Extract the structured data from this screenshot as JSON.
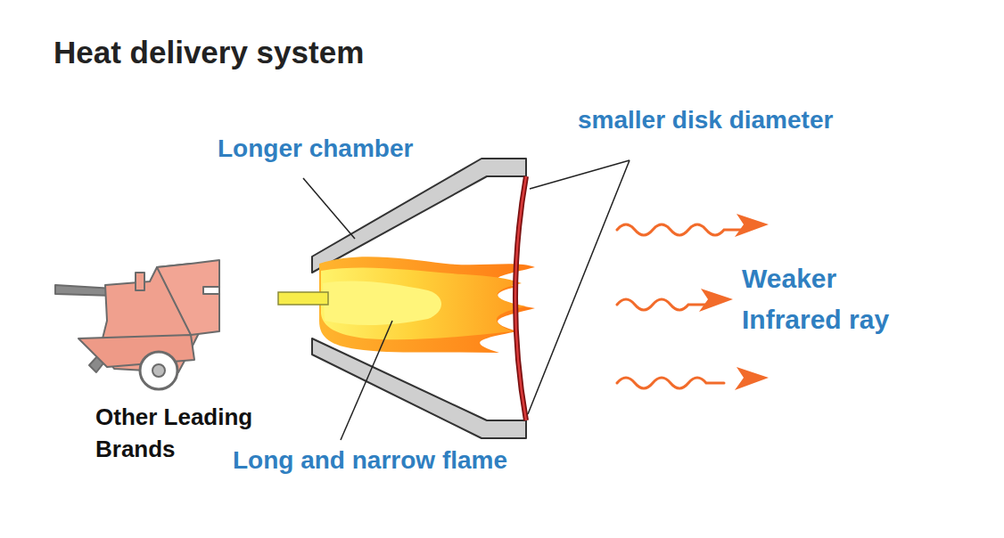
{
  "diagram": {
    "title": "Heat delivery system",
    "labels": [
      "Longer chamber",
      "smaller disk diameter",
      "Weaker Infrared ray",
      "Other Leading Brands",
      "Long and narrow flame"
    ]
  }
}
